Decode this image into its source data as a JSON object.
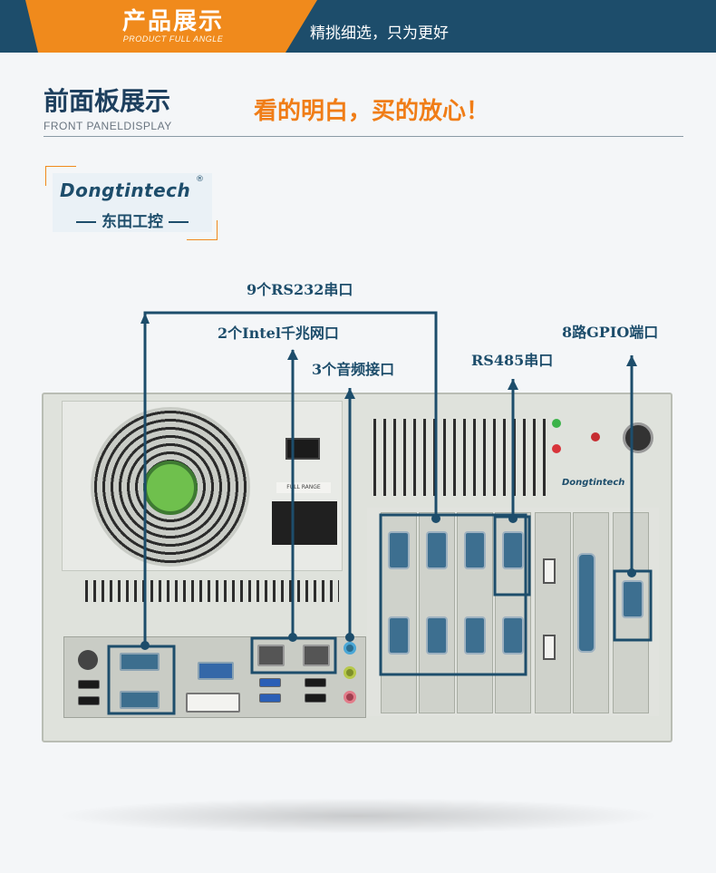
{
  "banner": {
    "title": "产品展示",
    "subtitle": "PRODUCT FULL ANGLE",
    "slogan": "精挑细选，只为更好"
  },
  "section": {
    "title": "前面板展示",
    "subtitle": "FRONT PANELDISPLAY",
    "slogan": "看的明白，买的放心！"
  },
  "logo": {
    "brand": "Dongtintech",
    "registered": "®",
    "chinese": "东田工控"
  },
  "callouts": {
    "rs232": "9个RS232串口",
    "lan": "2个Intel千兆网口",
    "audio": "3个音频接口",
    "rs485": "RS485串口",
    "gpio": "8路GPIO端口"
  },
  "chassis": {
    "panel_brand": "Dongtintech",
    "psu_label": "FULL RANGE"
  },
  "colors": {
    "accent_orange": "#f08a1c",
    "navy": "#1d4d6b",
    "callout_line": "#1d4d6b"
  }
}
